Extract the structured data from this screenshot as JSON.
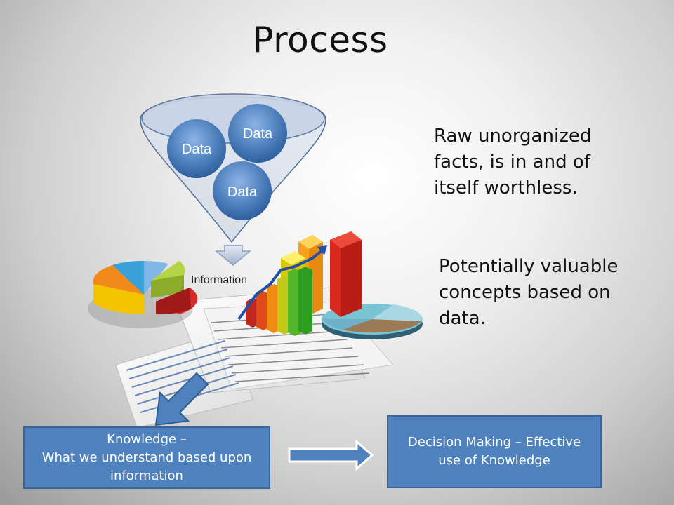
{
  "slide": {
    "title": "Process"
  },
  "funnel": {
    "bubbles": [
      "Data",
      "Data",
      "Data"
    ],
    "output_label": "Information"
  },
  "descriptions": {
    "data": "Raw unorganized facts, is in and of itself worthless.",
    "information": "Potentially valuable concepts based on data."
  },
  "knowledge_box": {
    "line1": "Knowledge –",
    "line2": "What we understand based upon",
    "line3": "information"
  },
  "decision_box": {
    "text": "Decision Making – Effective use of Knowledge"
  },
  "colors": {
    "bubble": "#4f81bd",
    "box_fill": "#4f81bd",
    "bar_red": "#d9281e",
    "bar_orange": "#f7a21b",
    "bar_green": "#3fae2a",
    "bar_yellow": "#f2e41a"
  }
}
